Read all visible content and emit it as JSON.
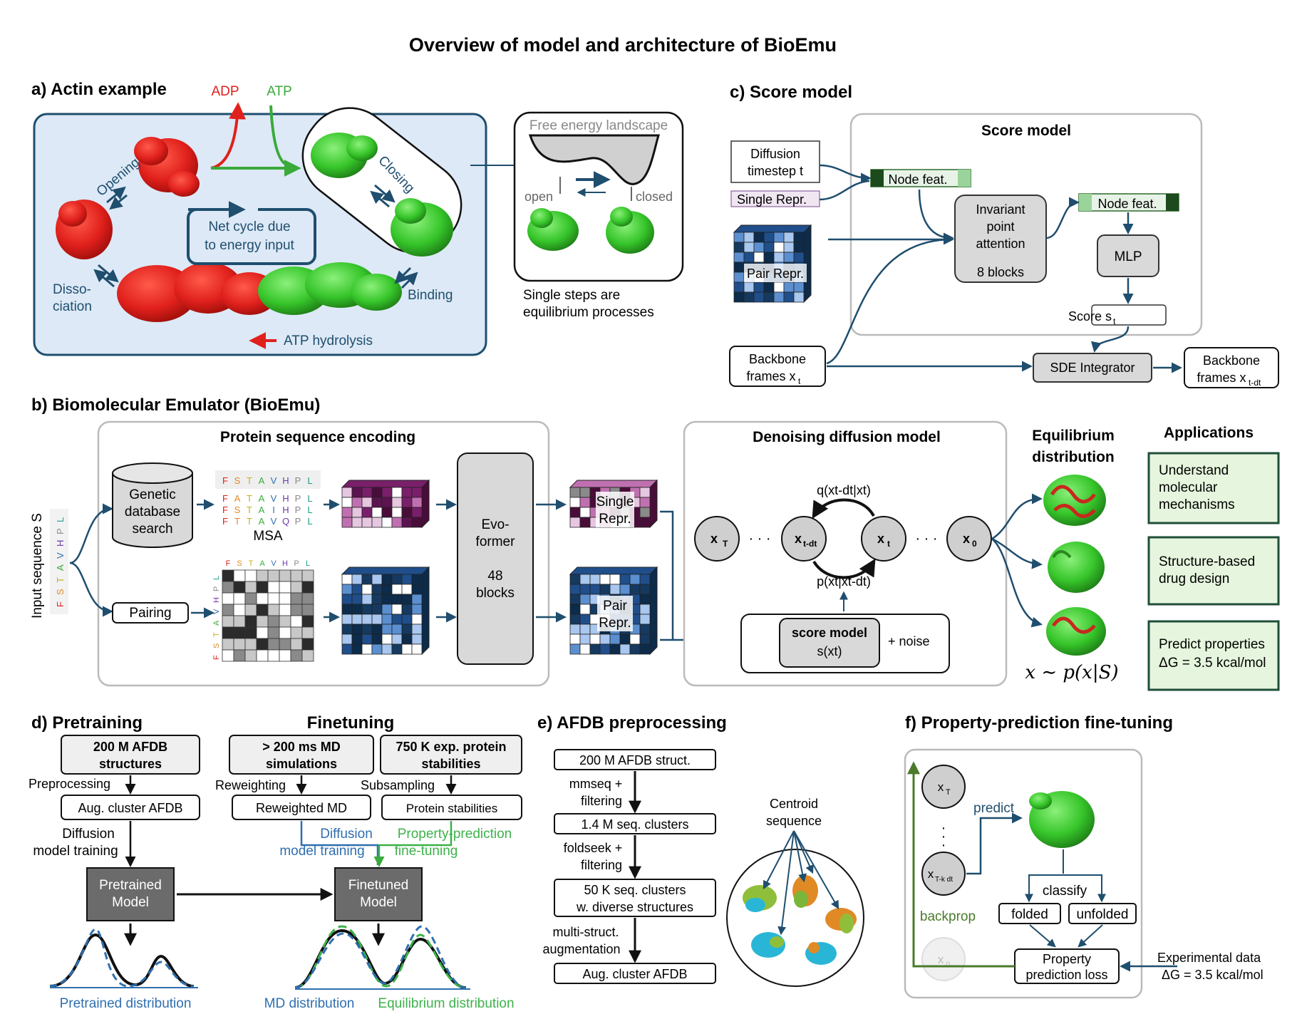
{
  "title": "Overview of model and architecture of BioEmu",
  "colors": {
    "navy": "#1f4e6e",
    "red": "#e0201c",
    "green": "#3aaa3a",
    "panel_blue": "#dde9f6",
    "grey_box": "#d9d9d9",
    "dark_grey": "#6b6b6b",
    "app_green": "#e6f5dd",
    "blue_line": "#2f6fb0",
    "green_line": "#3cb24a"
  },
  "a": {
    "label": "a)  Actin example",
    "adp": "ADP",
    "atp": "ATP",
    "opening": "Opening",
    "closing": "Closing",
    "cycle": "Net cycle due to energy input",
    "cycle_l1": "Net cycle due",
    "cycle_l2": "to energy input",
    "disso1": "Disso-",
    "disso2": "ciation",
    "binding": "Binding",
    "hydrolysis": "ATP hydrolysis",
    "fel_title": "Free energy landscape",
    "open": "open",
    "closed": "closed",
    "note1": "Single steps are",
    "note2": "equilibrium processes"
  },
  "b": {
    "label": "b)  Biomolecular Emulator (BioEmu)",
    "encoding_title": "Protein sequence encoding",
    "input_seq": "Input sequence S",
    "seq_letters": [
      "F",
      "S",
      "T",
      "A",
      "V",
      "H",
      "P",
      "L"
    ],
    "msa_rows": [
      "FSTAVHPL",
      "FATAVHPL",
      "FSTAIHPL",
      "FTTAVQPL"
    ],
    "msa_label": "MSA",
    "db1": "Genetic",
    "db2": "database",
    "db3": "search",
    "pairing": "Pairing",
    "evo1": "Evo-",
    "evo2": "former",
    "evo3": "48",
    "evo4": "blocks",
    "single1": "Single",
    "single2": "Repr.",
    "pair1": "Pair",
    "pair2": "Repr.",
    "diffusion_title": "Denoising diffusion model",
    "xT": "x",
    "xT_sub": "T",
    "xtdt": "x",
    "xtdt_sub": "t-dt",
    "xt": "x",
    "xt_sub": "t",
    "x0": "x",
    "x0_sub": "0",
    "dots": "· · ·",
    "q_label": "q(x",
    "q_full": "q(xt-dt|xt)",
    "p_full": "p(xt|xt-dt)",
    "score_model1": "score model",
    "score_model2": "s(xt)",
    "noise": "+ noise",
    "eq_title1": "Equilibrium",
    "eq_title2": "distribution",
    "eq_formula": "x ∼ p(x|S)",
    "apps_title": "Applications",
    "apps": [
      {
        "l1": "Understand",
        "l2": "molecular",
        "l3": "mechanisms"
      },
      {
        "l1": "Structure-based",
        "l2": "drug design",
        "l3": ""
      },
      {
        "l1": "Predict properties",
        "l2": "ΔG = 3.5 kcal/mol",
        "l3": ""
      }
    ]
  },
  "c": {
    "label": "c)  Score model",
    "box_title": "Score model",
    "diff1": "Diffusion",
    "diff2": "timestep t",
    "single_repr": "Single Repr.",
    "pair_repr": "Pair Repr.",
    "node_feat": "Node feat.",
    "ipa1": "Invariant",
    "ipa2": "point",
    "ipa3": "attention",
    "ipa4": "8 blocks",
    "mlp": "MLP",
    "score": "Score s",
    "score_sub": "t",
    "bb1": "Backbone",
    "bb2": "frames x",
    "bb2_sub": "t",
    "sde": "SDE Integrator",
    "bbo2_sub": "t-dt"
  },
  "d": {
    "label": "d)  Pretraining",
    "finetune_label": "Finetuning",
    "afdb1": "200 M AFDB",
    "afdb2": "structures",
    "md1": "> 200 ms MD",
    "md2": "simulations",
    "stab1": "750 K exp. protein",
    "stab2": "stabilities",
    "preprocessing": "Preprocessing",
    "reweighting": "Reweighting",
    "subsampling": "Subsampling",
    "aug": "Aug. cluster AFDB",
    "rew_md": "Reweighted MD",
    "prot_stab": "Protein stabilities",
    "dmt1": "Diffusion",
    "dmt2": "model training",
    "blue1": "Diffusion",
    "blue2": "model training",
    "green1": "Property-prediction",
    "green2": "fine-tuning",
    "pre1": "Pretrained",
    "pre2": "Model",
    "fin1": "Finetuned",
    "fin2": "Model",
    "pre_dist": "Pretrained distribution",
    "md_dist": "MD distribution",
    "eq_dist": "Equilibrium distribution"
  },
  "e": {
    "label": "e)  AFDB preprocessing",
    "steps": [
      "200 M AFDB struct.",
      "1.4 M seq. clusters",
      "50 K seq. clusters",
      "Aug. cluster AFDB"
    ],
    "step3b": "w. diverse structures",
    "ops": [
      [
        "mmseq +",
        "filtering"
      ],
      [
        "foldseek +",
        "filtering"
      ],
      [
        "multi-struct.",
        "augmentation"
      ]
    ],
    "centroid1": "Centroid",
    "centroid2": "sequence"
  },
  "f": {
    "label": "f)  Property-prediction fine-tuning",
    "xT": "x",
    "xT_sub": "T",
    "xtk": "x",
    "xtk_sub": "T-k dt",
    "x0": "x",
    "x0_sub": "0",
    "predict": "predict",
    "classify": "classify",
    "folded": "folded",
    "unfolded": "unfolded",
    "backprop": "backprop",
    "loss1": "Property",
    "loss2": "prediction loss",
    "exp1": "Experimental data",
    "exp2": "ΔG = 3.5 kcal/mol"
  }
}
